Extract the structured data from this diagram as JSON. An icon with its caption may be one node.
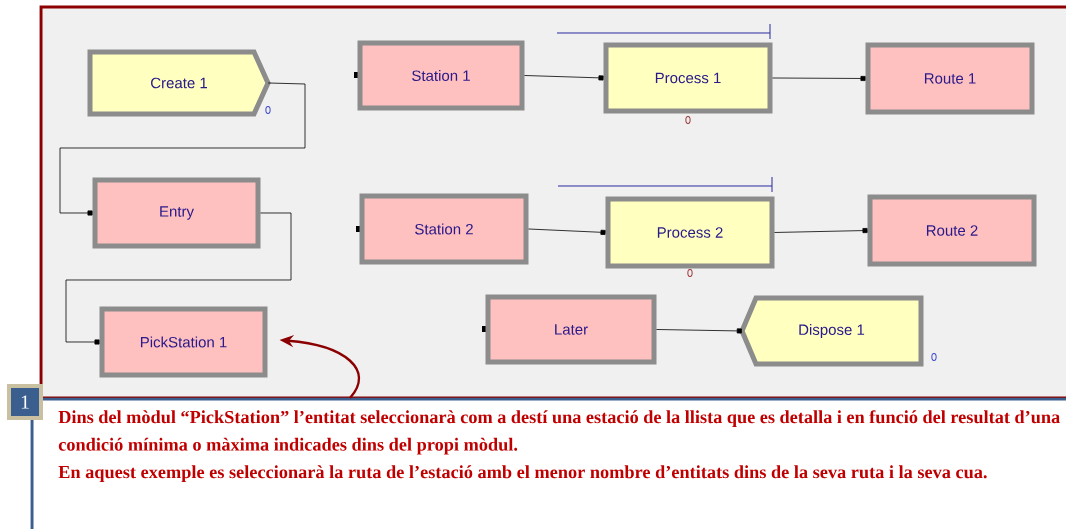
{
  "diagram": {
    "nodes": [
      {
        "text": [
          "Create 1"
        ],
        "beside": [
          "0"
        ]
      },
      {
        "text": [
          "Station 1"
        ]
      },
      {
        "text": [
          "Process 1"
        ],
        "beside": [
          "0"
        ]
      },
      {
        "text": [
          "Route 1"
        ]
      },
      {
        "text": [
          "Entry"
        ]
      },
      {
        "text": [
          "Station 2"
        ]
      },
      {
        "text": [
          "Process 2"
        ],
        "beside": [
          "0"
        ]
      },
      {
        "text": [
          "Route 2"
        ]
      },
      {
        "text": [
          "PickStation 1"
        ]
      },
      {
        "text": [
          "Later"
        ]
      },
      {
        "text": [
          "Dispose 1"
        ],
        "beside": [
          "0"
        ]
      },
      {
        "text": [
          "Dins del mòdul “PickStation” l’entitat seleccionarà com a destí una estació de la llista que es detalla i en funció del resultat d’una condició mínima o màxima indicades dins del propi mòdul.",
          "En aquest exemple es seleccionarà la ruta de l’estació amb el menor nombre d’entitats dins de la seva ruta i la seva cua."
        ]
      }
    ],
    "edges": [
      {
        "from": 0,
        "to": 4,
        "arrow": "other"
      },
      {
        "from": 1,
        "to": 2,
        "arrow": "other"
      },
      {
        "from": 2,
        "to": 3,
        "arrow": "other"
      },
      {
        "from": 5,
        "to": 6,
        "arrow": "other"
      },
      {
        "from": 6,
        "to": 7,
        "arrow": "other"
      },
      {
        "from": 4,
        "to": 8,
        "arrow": "other"
      },
      {
        "from": 9,
        "to": 10,
        "arrow": "other"
      },
      {
        "from": 11,
        "to": 8,
        "arrow": "to",
        "style": "thick",
        "color": "#8b0000"
      }
    ],
    "labels": [
      "1"
    ]
  }
}
